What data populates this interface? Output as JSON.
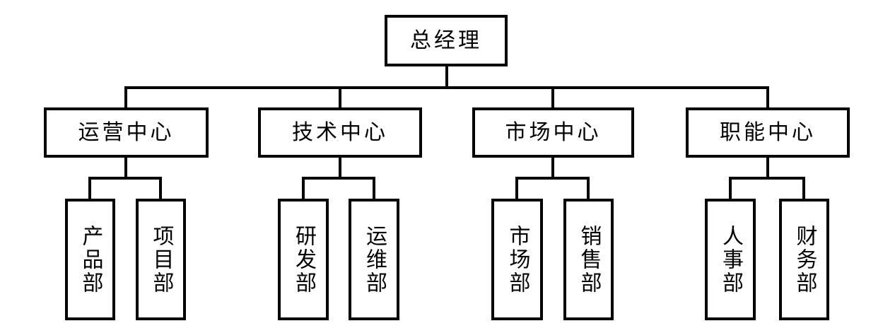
{
  "page": {
    "background_color": "#ffffff",
    "line_color": "#000000",
    "text_color": "#000000"
  },
  "org": {
    "root": {
      "label": "总经理"
    },
    "centers": [
      {
        "label": "运营中心",
        "departments": [
          {
            "label": "产品部"
          },
          {
            "label": "项目部"
          }
        ]
      },
      {
        "label": "技术中心",
        "departments": [
          {
            "label": "研发部"
          },
          {
            "label": "运维部"
          }
        ]
      },
      {
        "label": "市场中心",
        "departments": [
          {
            "label": "市场部"
          },
          {
            "label": "销售部"
          }
        ]
      },
      {
        "label": "职能中心",
        "departments": [
          {
            "label": "人事部"
          },
          {
            "label": "财务部"
          }
        ]
      }
    ]
  }
}
